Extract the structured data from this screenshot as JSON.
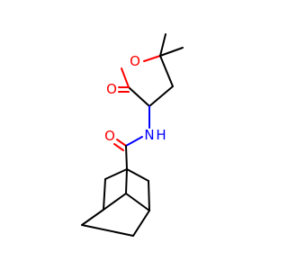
{
  "molecule": {
    "atoms": {
      "ring_oxygen": {
        "symbol": "O",
        "color": "#ff0000"
      },
      "carbonyl_oxygen_lactone": {
        "symbol": "O",
        "color": "#ff0000"
      },
      "amide_oxygen": {
        "symbol": "O",
        "color": "#ff0000"
      },
      "amide_nitrogen": {
        "symbol": "N",
        "color": "#0000ff"
      },
      "amide_hydrogen": {
        "symbol": "H",
        "color": "#0000ff"
      }
    },
    "bond_color": "#000000"
  }
}
